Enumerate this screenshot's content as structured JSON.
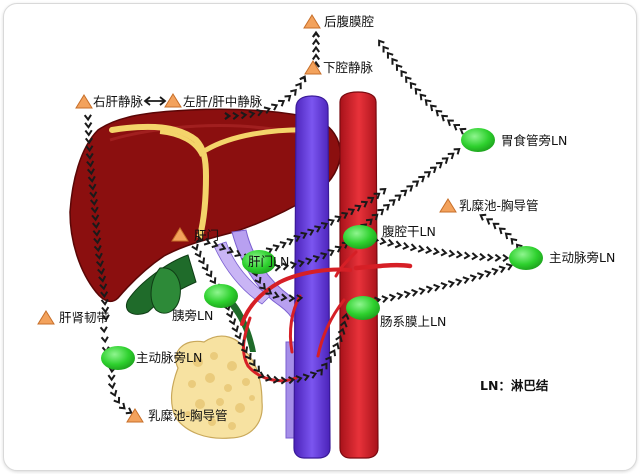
{
  "nodes": {
    "retroperitoneum": "后腹膜腔",
    "ivc": "下腔静脉",
    "right_hepatic_vein": "右肝静脉",
    "left_middle_hepatic_vein": "左肝/肝中静脉",
    "paraesophageal_ln": "胃食管旁LN",
    "cisterna_chyli_top": "乳糜池-胸导管",
    "celiac_ln": "腹腔干LN",
    "para_aortic_ln_right": "主动脉旁LN",
    "hilar": "肝门",
    "hilar_ln": "肝门LN",
    "peripancreatic_ln": "胰旁LN",
    "mesenteric_ln": "肠系膜上LN",
    "hepatorenal_ligament": "肝肾韧带",
    "para_aortic_ln_left": "主动脉旁LN",
    "cisterna_chyli_bottom": "乳糜池-胸导管"
  },
  "legend": "LN：淋巴结",
  "colors": {
    "liver": "#8b0f0f",
    "ivc": "#6a3fe0",
    "aorta": "#d61f26",
    "lymph_node": "#2ed12e",
    "marker": "#f3a25c",
    "arrow": "#1a1a1a"
  }
}
